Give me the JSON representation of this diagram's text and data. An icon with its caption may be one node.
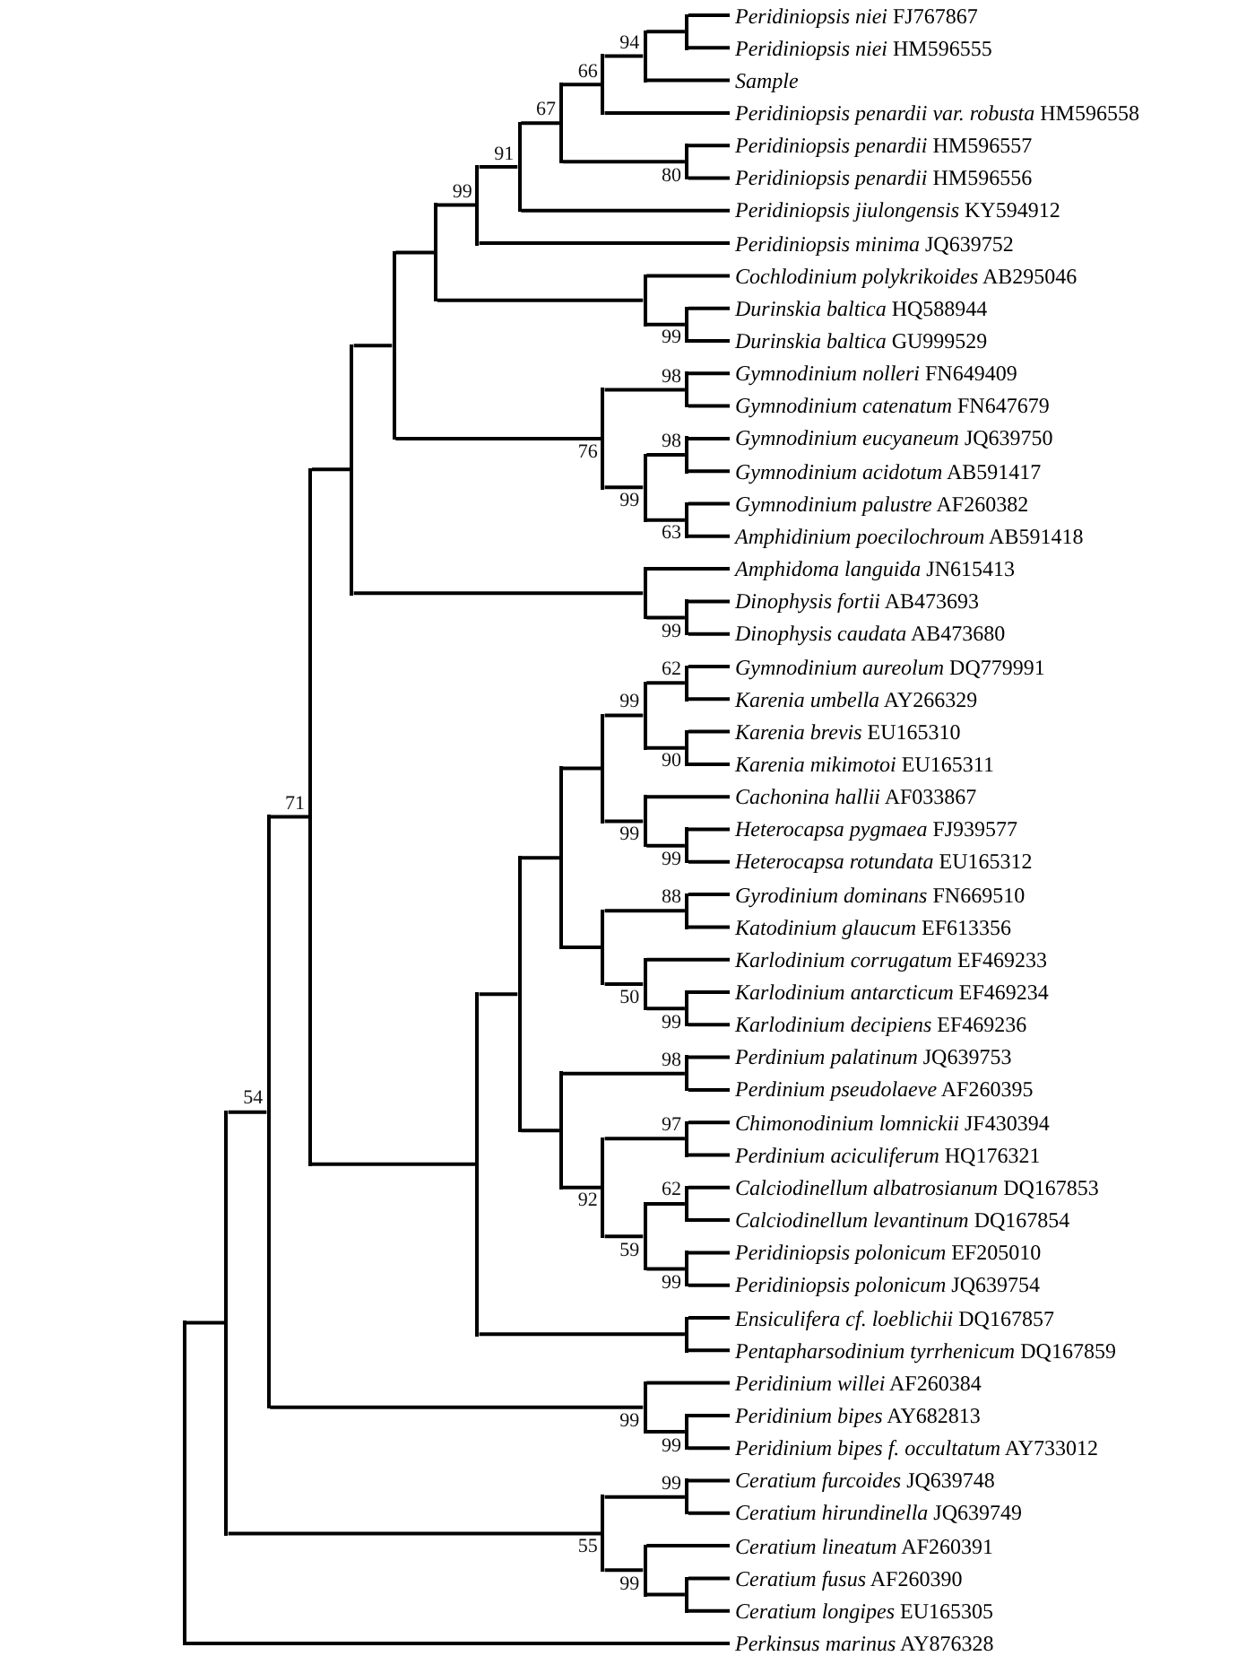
{
  "diagram": {
    "nodes": [
      {
        "text": [
          "*Peridiniopsis niei* FJ767867"
        ]
      },
      {
        "text": [
          "*Peridiniopsis niei* HM596555"
        ]
      },
      {
        "text": [
          "Sample"
        ]
      },
      {
        "text": [
          "*Peridiniopsis penardii var. robusta* HM596558"
        ]
      },
      {
        "text": [
          "*Peridiniopsis penardii* HM596557"
        ]
      },
      {
        "text": [
          "*Peridiniopsis penardii* HM596556"
        ]
      },
      {
        "text": [
          "*Peridiniopsis jiulongensis* KY594912"
        ]
      },
      {
        "text": [
          "*Peridiniopsis minima* JQ639752"
        ]
      },
      {
        "text": [
          "*Cochlodinium polykrikoides* AB295046"
        ]
      },
      {
        "text": [
          "*Durinskia baltica* HQ588944"
        ]
      },
      {
        "text": [
          "*Durinskia baltica* GU999529"
        ]
      },
      {
        "text": [
          "*Gymnodinium nolleri* FN649409"
        ]
      },
      {
        "text": [
          "*Gymnodinium catenatum* FN647679"
        ]
      },
      {
        "text": [
          "*Gymnodinium eucyaneum* JQ639750"
        ]
      },
      {
        "text": [
          "*Gymnodinium acidotum* AB591417"
        ]
      },
      {
        "text": [
          "*Gymnodinium palustre* AF260382"
        ]
      },
      {
        "text": [
          "*Amphidinium poecilochroum* AB591418"
        ]
      },
      {
        "text": [
          "*Amphidoma languida* JN615413"
        ]
      },
      {
        "text": [
          "*Dinophysis fortii* AB473693"
        ]
      },
      {
        "text": [
          "*Dinophysis caudata* AB473680"
        ]
      },
      {
        "text": [
          "*Gymnodinium aureolum* DQ779991"
        ]
      },
      {
        "text": [
          "*Karenia umbella* AY266329"
        ]
      },
      {
        "text": [
          "*Karenia brevis* EU165310"
        ]
      },
      {
        "text": [
          "*Karenia mikimotoi* EU165311"
        ]
      },
      {
        "text": [
          "*Cachonina hallii* AF033867"
        ]
      },
      {
        "text": [
          "*Heterocapsa pygmaea* FJ939577"
        ]
      },
      {
        "text": [
          "*Heterocapsa rotundata* EU165312"
        ]
      },
      {
        "text": [
          "*Gyrodinium dominans* FN669510"
        ]
      },
      {
        "text": [
          "*Katodinium glaucum* EF613356"
        ]
      },
      {
        "text": [
          "*Karlodinium corrugatum* EF469233"
        ]
      },
      {
        "text": [
          "*Karlodinium antarcticum* EF469234"
        ]
      },
      {
        "text": [
          "*Karlodinium decipiens* EF469236"
        ]
      },
      {
        "text": [
          "*Perdinium palatinum* JQ639753"
        ]
      },
      {
        "text": [
          "*Perdinium pseudolaeve* AF260395"
        ]
      },
      {
        "text": [
          "*Chimonodinium lomnickii* JF430394"
        ]
      },
      {
        "text": [
          "*Perdinium aciculiferum* HQ176321"
        ]
      },
      {
        "text": [
          "*Calciodinellum albatrosianum* DQ167853"
        ]
      },
      {
        "text": [
          "*Calciodinellum levantinum* DQ167854"
        ]
      },
      {
        "text": [
          "*Peridiniopsis polonicum* EF205010"
        ]
      },
      {
        "text": [
          "*Peridiniopsis polonicum* JQ639754"
        ]
      },
      {
        "text": [
          "*Ensiculifera cf. loeblichii* DQ167857"
        ]
      },
      {
        "text": [
          "*Pentapharsodinium tyrrhenicum* DQ167859"
        ]
      },
      {
        "text": [
          "*Peridinium willei* AF260384"
        ]
      },
      {
        "text": [
          "*Peridinium bipes* AY682813"
        ]
      },
      {
        "text": [
          "*Peridinium bipes f. occultatum* AY733012"
        ]
      },
      {
        "text": [
          "*Ceratium furcoides* JQ639748"
        ]
      },
      {
        "text": [
          "*Ceratium hirundinella* JQ639749"
        ]
      },
      {
        "text": [
          "*Ceratium lineatum* AF260391"
        ]
      },
      {
        "text": [
          "*Ceratium fusus* AF260390"
        ]
      },
      {
        "text": [
          "*Ceratium longipes* EU165305"
        ]
      },
      {
        "text": [
          "*Perkinsus marinus* AY876328"
        ]
      },
      {
        "text": [],
        "shape": "bar"
      },
      {
        "text": [],
        "shape": "bar"
      },
      {
        "text": [],
        "shape": "bar",
        "beside": [
          "54"
        ]
      },
      {
        "text": [],
        "shape": "bar",
        "beside": [
          "71"
        ]
      },
      {
        "text": [],
        "shape": "bar"
      },
      {
        "text": [],
        "shape": "bar"
      },
      {
        "text": [],
        "shape": "bar"
      },
      {
        "text": [],
        "shape": "bar",
        "beside": [
          "99"
        ]
      },
      {
        "text": [],
        "shape": "bar",
        "beside": [
          "91"
        ]
      },
      {
        "text": [],
        "shape": "bar",
        "beside": [
          "67"
        ]
      },
      {
        "text": [],
        "shape": "bar",
        "beside": [
          "66"
        ]
      },
      {
        "text": [],
        "shape": "bar",
        "beside": [
          "94"
        ]
      },
      {
        "text": [],
        "shape": "bar"
      },
      {
        "text": [],
        "shape": "bar",
        "beside": [
          "80"
        ]
      },
      {
        "text": [],
        "shape": "bar"
      },
      {
        "text": [],
        "shape": "bar",
        "beside": [
          "99"
        ]
      },
      {
        "text": [],
        "shape": "bar",
        "beside": [
          "76"
        ]
      },
      {
        "text": [],
        "shape": "bar",
        "beside": [
          "98"
        ]
      },
      {
        "text": [],
        "shape": "bar",
        "beside": [
          "99"
        ]
      },
      {
        "text": [],
        "shape": "bar",
        "beside": [
          "98"
        ]
      },
      {
        "text": [],
        "shape": "bar",
        "beside": [
          "63"
        ]
      },
      {
        "text": [],
        "shape": "bar"
      },
      {
        "text": [],
        "shape": "bar",
        "beside": [
          "99"
        ]
      },
      {
        "text": [],
        "shape": "bar"
      },
      {
        "text": [],
        "shape": "bar"
      },
      {
        "text": [],
        "shape": "bar"
      },
      {
        "text": [],
        "shape": "bar"
      },
      {
        "text": [],
        "shape": "bar",
        "beside": [
          "99"
        ]
      },
      {
        "text": [],
        "shape": "bar",
        "beside": [
          "62"
        ]
      },
      {
        "text": [],
        "shape": "bar",
        "beside": [
          "90"
        ]
      },
      {
        "text": [],
        "shape": "bar",
        "beside": [
          "99"
        ]
      },
      {
        "text": [],
        "shape": "bar",
        "beside": [
          "99"
        ]
      },
      {
        "text": [],
        "shape": "bar"
      },
      {
        "text": [],
        "shape": "bar",
        "beside": [
          "88"
        ]
      },
      {
        "text": [],
        "shape": "bar",
        "beside": [
          "50"
        ]
      },
      {
        "text": [],
        "shape": "bar",
        "beside": [
          "99"
        ]
      },
      {
        "text": [],
        "shape": "bar"
      },
      {
        "text": [],
        "shape": "bar",
        "beside": [
          "98"
        ]
      },
      {
        "text": [],
        "shape": "bar",
        "beside": [
          "92"
        ]
      },
      {
        "text": [],
        "shape": "bar",
        "beside": [
          "97"
        ]
      },
      {
        "text": [],
        "shape": "bar",
        "beside": [
          "59"
        ]
      },
      {
        "text": [],
        "shape": "bar",
        "beside": [
          "62"
        ]
      },
      {
        "text": [],
        "shape": "bar",
        "beside": [
          "99"
        ]
      },
      {
        "text": [],
        "shape": "bar"
      },
      {
        "text": [],
        "shape": "bar",
        "beside": [
          "99"
        ]
      },
      {
        "text": [],
        "shape": "bar",
        "beside": [
          "99"
        ]
      },
      {
        "text": [],
        "shape": "bar",
        "beside": [
          "55"
        ]
      },
      {
        "text": [],
        "shape": "bar",
        "beside": [
          "99"
        ]
      },
      {
        "text": [],
        "shape": "bar",
        "beside": [
          "99"
        ]
      },
      {
        "text": [],
        "shape": "bar"
      }
    ],
    "edges": [
      {
        "from": 51,
        "to": 52,
        "arrow": "none"
      },
      {
        "from": 51,
        "to": 50,
        "arrow": "none"
      },
      {
        "from": 52,
        "to": 53,
        "arrow": "none"
      },
      {
        "from": 52,
        "to": 97,
        "arrow": "none"
      },
      {
        "from": 53,
        "to": 54,
        "arrow": "none"
      },
      {
        "from": 53,
        "to": 95,
        "arrow": "none"
      },
      {
        "from": 54,
        "to": 55,
        "arrow": "none"
      },
      {
        "from": 54,
        "to": 74,
        "arrow": "none"
      },
      {
        "from": 55,
        "to": 56,
        "arrow": "none"
      },
      {
        "from": 55,
        "to": 72,
        "arrow": "none"
      },
      {
        "from": 56,
        "to": 57,
        "arrow": "none"
      },
      {
        "from": 56,
        "to": 67,
        "arrow": "none"
      },
      {
        "from": 57,
        "to": 58,
        "arrow": "none"
      },
      {
        "from": 57,
        "to": 65,
        "arrow": "none"
      },
      {
        "from": 58,
        "to": 59,
        "arrow": "none"
      },
      {
        "from": 58,
        "to": 7,
        "arrow": "none"
      },
      {
        "from": 59,
        "to": 60,
        "arrow": "none"
      },
      {
        "from": 59,
        "to": 6,
        "arrow": "none"
      },
      {
        "from": 60,
        "to": 61,
        "arrow": "none"
      },
      {
        "from": 60,
        "to": 64,
        "arrow": "none"
      },
      {
        "from": 61,
        "to": 62,
        "arrow": "none"
      },
      {
        "from": 61,
        "to": 3,
        "arrow": "none"
      },
      {
        "from": 62,
        "to": 63,
        "arrow": "none"
      },
      {
        "from": 62,
        "to": 2,
        "arrow": "none"
      },
      {
        "from": 63,
        "to": 0,
        "arrow": "none"
      },
      {
        "from": 63,
        "to": 1,
        "arrow": "none"
      },
      {
        "from": 64,
        "to": 4,
        "arrow": "none"
      },
      {
        "from": 64,
        "to": 5,
        "arrow": "none"
      },
      {
        "from": 65,
        "to": 8,
        "arrow": "none"
      },
      {
        "from": 65,
        "to": 66,
        "arrow": "none"
      },
      {
        "from": 66,
        "to": 9,
        "arrow": "none"
      },
      {
        "from": 66,
        "to": 10,
        "arrow": "none"
      },
      {
        "from": 67,
        "to": 68,
        "arrow": "none"
      },
      {
        "from": 67,
        "to": 69,
        "arrow": "none"
      },
      {
        "from": 68,
        "to": 11,
        "arrow": "none"
      },
      {
        "from": 68,
        "to": 12,
        "arrow": "none"
      },
      {
        "from": 69,
        "to": 70,
        "arrow": "none"
      },
      {
        "from": 69,
        "to": 71,
        "arrow": "none"
      },
      {
        "from": 70,
        "to": 13,
        "arrow": "none"
      },
      {
        "from": 70,
        "to": 14,
        "arrow": "none"
      },
      {
        "from": 71,
        "to": 15,
        "arrow": "none"
      },
      {
        "from": 71,
        "to": 16,
        "arrow": "none"
      },
      {
        "from": 72,
        "to": 17,
        "arrow": "none"
      },
      {
        "from": 72,
        "to": 73,
        "arrow": "none"
      },
      {
        "from": 73,
        "to": 18,
        "arrow": "none"
      },
      {
        "from": 73,
        "to": 19,
        "arrow": "none"
      },
      {
        "from": 74,
        "to": 75,
        "arrow": "none"
      },
      {
        "from": 74,
        "to": 94,
        "arrow": "none"
      },
      {
        "from": 75,
        "to": 76,
        "arrow": "none"
      },
      {
        "from": 75,
        "to": 87,
        "arrow": "none"
      },
      {
        "from": 76,
        "to": 77,
        "arrow": "none"
      },
      {
        "from": 76,
        "to": 83,
        "arrow": "none"
      },
      {
        "from": 77,
        "to": 78,
        "arrow": "none"
      },
      {
        "from": 77,
        "to": 81,
        "arrow": "none"
      },
      {
        "from": 78,
        "to": 79,
        "arrow": "none"
      },
      {
        "from": 78,
        "to": 80,
        "arrow": "none"
      },
      {
        "from": 79,
        "to": 20,
        "arrow": "none"
      },
      {
        "from": 79,
        "to": 21,
        "arrow": "none"
      },
      {
        "from": 80,
        "to": 22,
        "arrow": "none"
      },
      {
        "from": 80,
        "to": 23,
        "arrow": "none"
      },
      {
        "from": 81,
        "to": 24,
        "arrow": "none"
      },
      {
        "from": 81,
        "to": 82,
        "arrow": "none"
      },
      {
        "from": 82,
        "to": 25,
        "arrow": "none"
      },
      {
        "from": 82,
        "to": 26,
        "arrow": "none"
      },
      {
        "from": 83,
        "to": 84,
        "arrow": "none"
      },
      {
        "from": 83,
        "to": 85,
        "arrow": "none"
      },
      {
        "from": 84,
        "to": 27,
        "arrow": "none"
      },
      {
        "from": 84,
        "to": 28,
        "arrow": "none"
      },
      {
        "from": 85,
        "to": 29,
        "arrow": "none"
      },
      {
        "from": 85,
        "to": 86,
        "arrow": "none"
      },
      {
        "from": 86,
        "to": 30,
        "arrow": "none"
      },
      {
        "from": 86,
        "to": 31,
        "arrow": "none"
      },
      {
        "from": 87,
        "to": 88,
        "arrow": "none"
      },
      {
        "from": 87,
        "to": 89,
        "arrow": "none"
      },
      {
        "from": 88,
        "to": 32,
        "arrow": "none"
      },
      {
        "from": 88,
        "to": 33,
        "arrow": "none"
      },
      {
        "from": 89,
        "to": 90,
        "arrow": "none"
      },
      {
        "from": 89,
        "to": 91,
        "arrow": "none"
      },
      {
        "from": 90,
        "to": 34,
        "arrow": "none"
      },
      {
        "from": 90,
        "to": 35,
        "arrow": "none"
      },
      {
        "from": 91,
        "to": 92,
        "arrow": "none"
      },
      {
        "from": 91,
        "to": 93,
        "arrow": "none"
      },
      {
        "from": 92,
        "to": 36,
        "arrow": "none"
      },
      {
        "from": 92,
        "to": 37,
        "arrow": "none"
      },
      {
        "from": 93,
        "to": 38,
        "arrow": "none"
      },
      {
        "from": 93,
        "to": 39,
        "arrow": "none"
      },
      {
        "from": 94,
        "to": 40,
        "arrow": "none"
      },
      {
        "from": 94,
        "to": 41,
        "arrow": "none"
      },
      {
        "from": 95,
        "to": 42,
        "arrow": "none"
      },
      {
        "from": 95,
        "to": 96,
        "arrow": "none"
      },
      {
        "from": 96,
        "to": 43,
        "arrow": "none"
      },
      {
        "from": 96,
        "to": 44,
        "arrow": "none"
      },
      {
        "from": 97,
        "to": 98,
        "arrow": "none"
      },
      {
        "from": 97,
        "to": 99,
        "arrow": "none"
      },
      {
        "from": 98,
        "to": 45,
        "arrow": "none"
      },
      {
        "from": 98,
        "to": 46,
        "arrow": "none"
      },
      {
        "from": 99,
        "to": 47,
        "arrow": "none"
      },
      {
        "from": 99,
        "to": 100,
        "arrow": "none"
      },
      {
        "from": 100,
        "to": 48,
        "arrow": "none"
      },
      {
        "from": 100,
        "to": 49,
        "arrow": "none"
      }
    ]
  }
}
